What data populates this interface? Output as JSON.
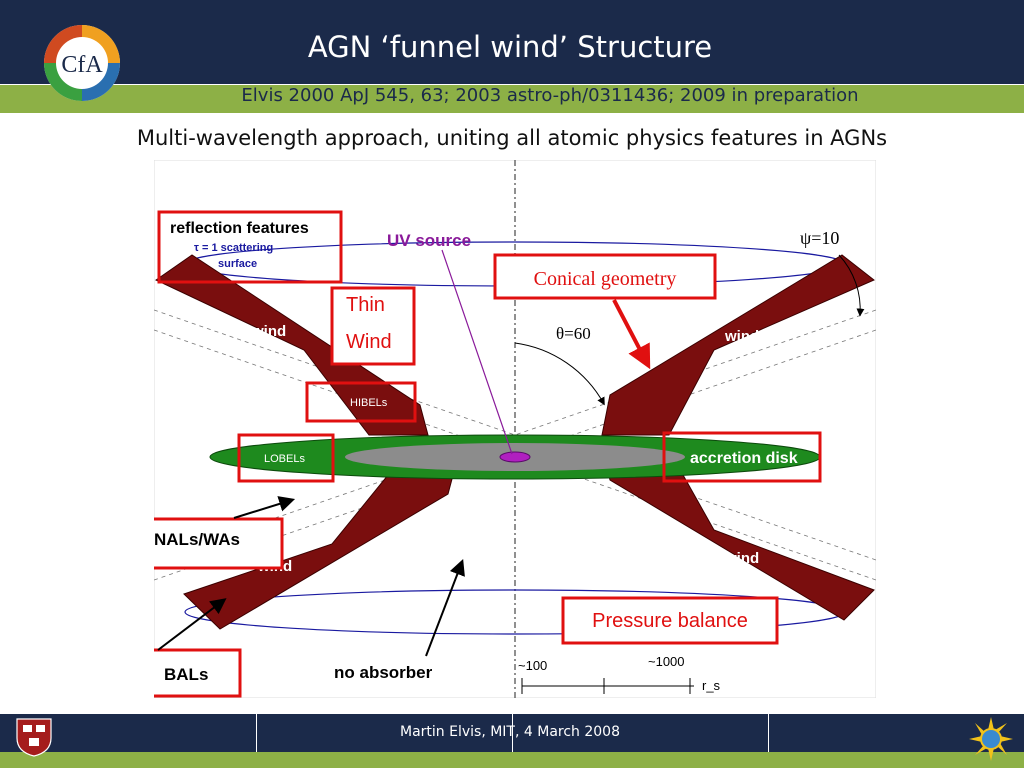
{
  "header": {
    "title": "AGN ‘funnel wind’ Structure",
    "logo_text": "CfA",
    "citation": "Elvis 2000 ApJ 545, 63;  2003 astro-ph/0311436;  2009 in preparation"
  },
  "subtitle": "Multi-wavelength approach, uniting all atomic physics features in AGNs",
  "diagram": {
    "reflection_title": "reflection features",
    "reflection_line1": "τ = 1 scattering",
    "reflection_line2": "surface",
    "uv_source": "UV source",
    "conical_geometry": "Conical geometry",
    "psi": "ψ=10",
    "theta": "θ=60",
    "thin": "Thin",
    "wind_word": "Wind",
    "wind_label": "wind",
    "hibels": "HIBELs",
    "lobels": "LOBELs",
    "accretion_disk": "accretion disk",
    "nals_was": "NALs/WAs",
    "bals": "BALs",
    "no_absorber": "no absorber",
    "pressure_balance": "Pressure balance",
    "scale_100": "~100",
    "scale_1000": "~1000",
    "r_s": "r_s"
  },
  "footer": {
    "text": "Martin Elvis, MIT, 4 March 2008"
  },
  "colors": {
    "header_bg": "#1b2a4a",
    "accent_green": "#8db046",
    "wind_fill": "#7a0e0e",
    "disk_green": "#1e8a1e",
    "highlight_red": "#e01010",
    "uv_purple": "#8a1a9a"
  }
}
